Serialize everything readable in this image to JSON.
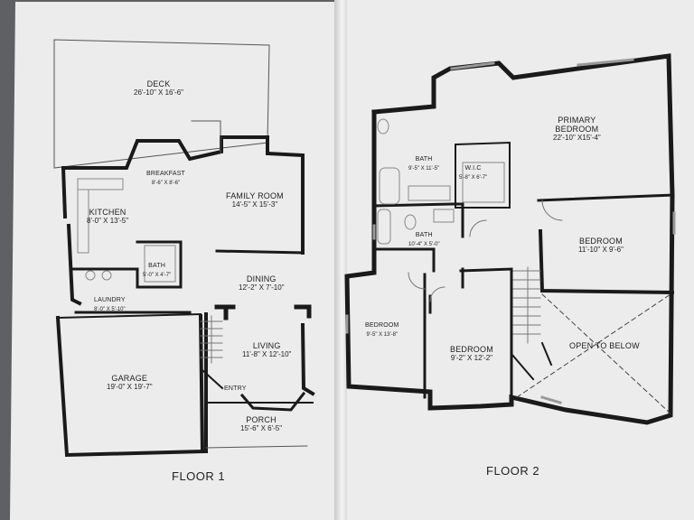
{
  "floor1": {
    "label": "FLOOR 1",
    "rooms": {
      "deck": {
        "name": "DECK",
        "dims": "26'-10\" X 16'-6\""
      },
      "breakfast": {
        "name": "BREAKFAST",
        "dims": "8'-6\" X 8'-6\""
      },
      "kitchen": {
        "name": "KITCHEN",
        "dims": "8'-0\" X 13'-5\""
      },
      "family_room": {
        "name": "FAMILY ROOM",
        "dims": "14'-5\" X 15'-3\""
      },
      "bath": {
        "name": "BATH",
        "dims": "5'-0\" X 4'-7\""
      },
      "laundry": {
        "name": "LAUNDRY",
        "dims": "8'-0\" X 5'-10\""
      },
      "dining": {
        "name": "DINING",
        "dims": "12'-2\" X 7'-10\""
      },
      "living": {
        "name": "LIVING",
        "dims": "11'-8\" X 12'-10\""
      },
      "garage": {
        "name": "GARAGE",
        "dims": "19'-0\" X 19'-7\""
      },
      "entry": {
        "name": "ENTRY"
      },
      "porch": {
        "name": "PORCH",
        "dims": "15'-6\" X 6'-5\""
      }
    }
  },
  "floor2": {
    "label": "FLOOR 2",
    "rooms": {
      "primary_bedroom": {
        "name": "PRIMARY",
        "name2": "BEDROOM",
        "dims": "22'-10\" X15'-4\""
      },
      "bath1": {
        "name": "BATH",
        "dims": "9'-5\" X 11'-5\""
      },
      "wic": {
        "name": "W.I.C",
        "dims": "5'-8\" X 6'-7\""
      },
      "bath2": {
        "name": "BATH",
        "dims": "10'-4\" X 5'-0\""
      },
      "bedroom_east": {
        "name": "BEDROOM",
        "dims": "11'-10\" X 9'-6\""
      },
      "bedroom_west": {
        "name": "BEDROOM",
        "dims": "9'-5\" X 13'-8\""
      },
      "bedroom_mid": {
        "name": "BEDROOM",
        "dims": "9'-2\" X 12'-2\""
      },
      "open_below": {
        "name": "OPEN TO BELOW"
      }
    }
  },
  "colors": {
    "paper": "#ececec",
    "wall": "#1a1a1a",
    "thin_line": "#555555",
    "background": "#5e6063"
  }
}
